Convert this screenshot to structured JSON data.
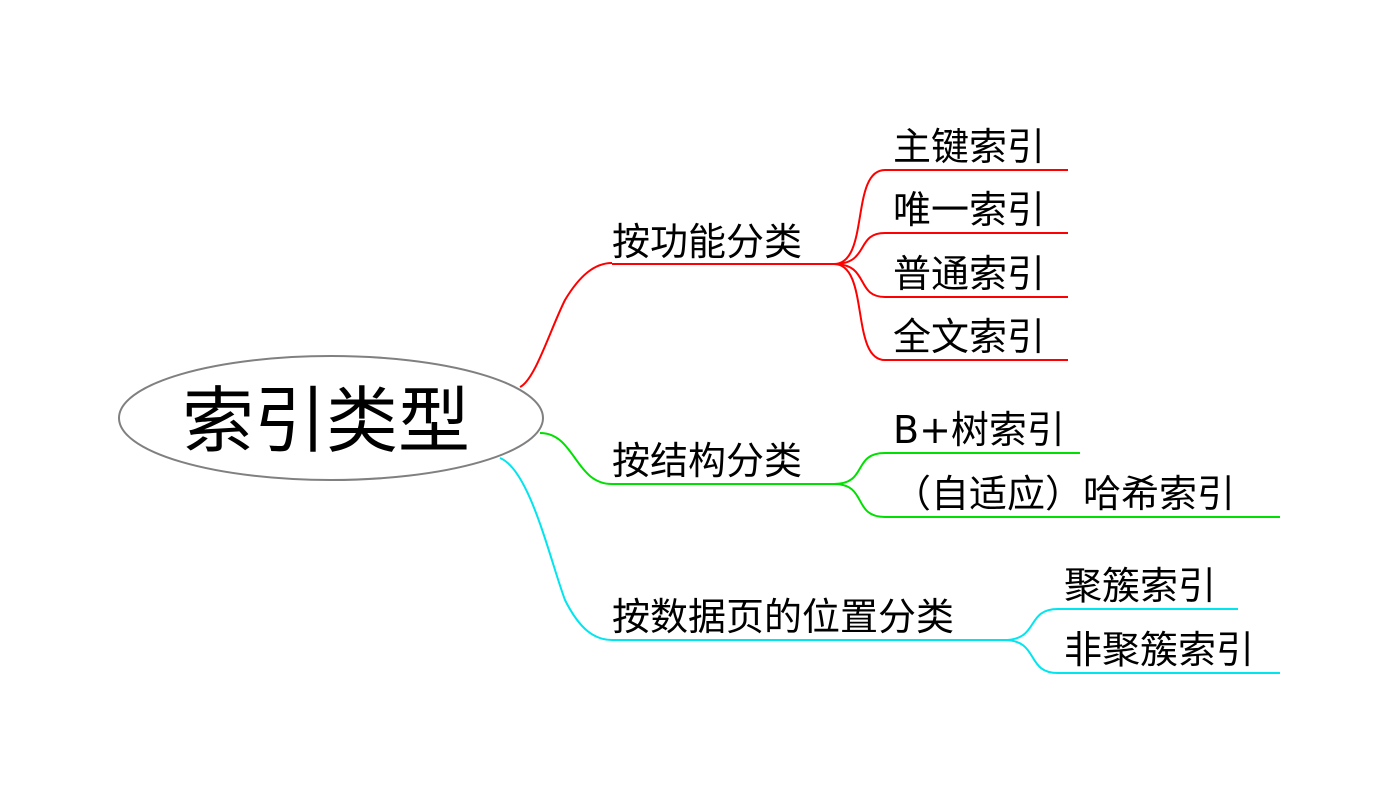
{
  "root": {
    "label": "索引类型"
  },
  "branches": [
    {
      "label": "按功能分类",
      "color": "#ff0000",
      "children": [
        "主键索引",
        "唯一索引",
        "普通索引",
        "全文索引"
      ]
    },
    {
      "label": "按结构分类",
      "color": "#00e000",
      "children": [
        "B+树索引",
        "（自适应）哈希索引"
      ]
    },
    {
      "label": "按数据页的位置分类",
      "color": "#00e5ee",
      "children": [
        "聚簇索引",
        "非聚簇索引"
      ]
    }
  ]
}
